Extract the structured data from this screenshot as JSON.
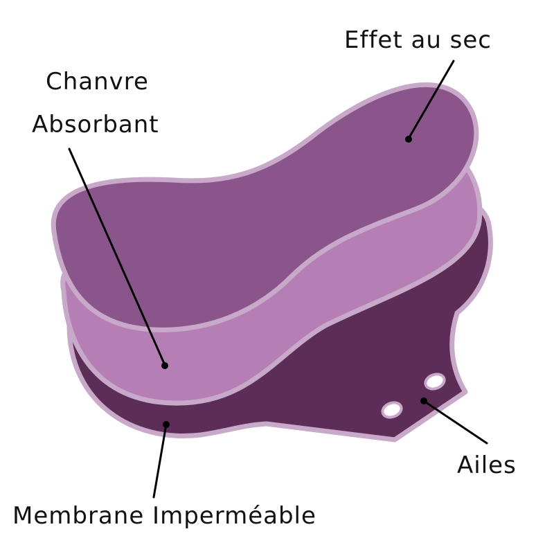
{
  "labels": {
    "dry_effect": "Effet au sec",
    "hemp_line1": "Chanvre",
    "hemp_line2": "Absorbant",
    "membrane": "Membrane Imperméable",
    "wings": "Ailes"
  },
  "colors": {
    "top_layer": "#8a558b",
    "middle_layer": "#b57fb5",
    "bottom_layer": "#5c2d57",
    "outline": "#c8a9c9"
  }
}
